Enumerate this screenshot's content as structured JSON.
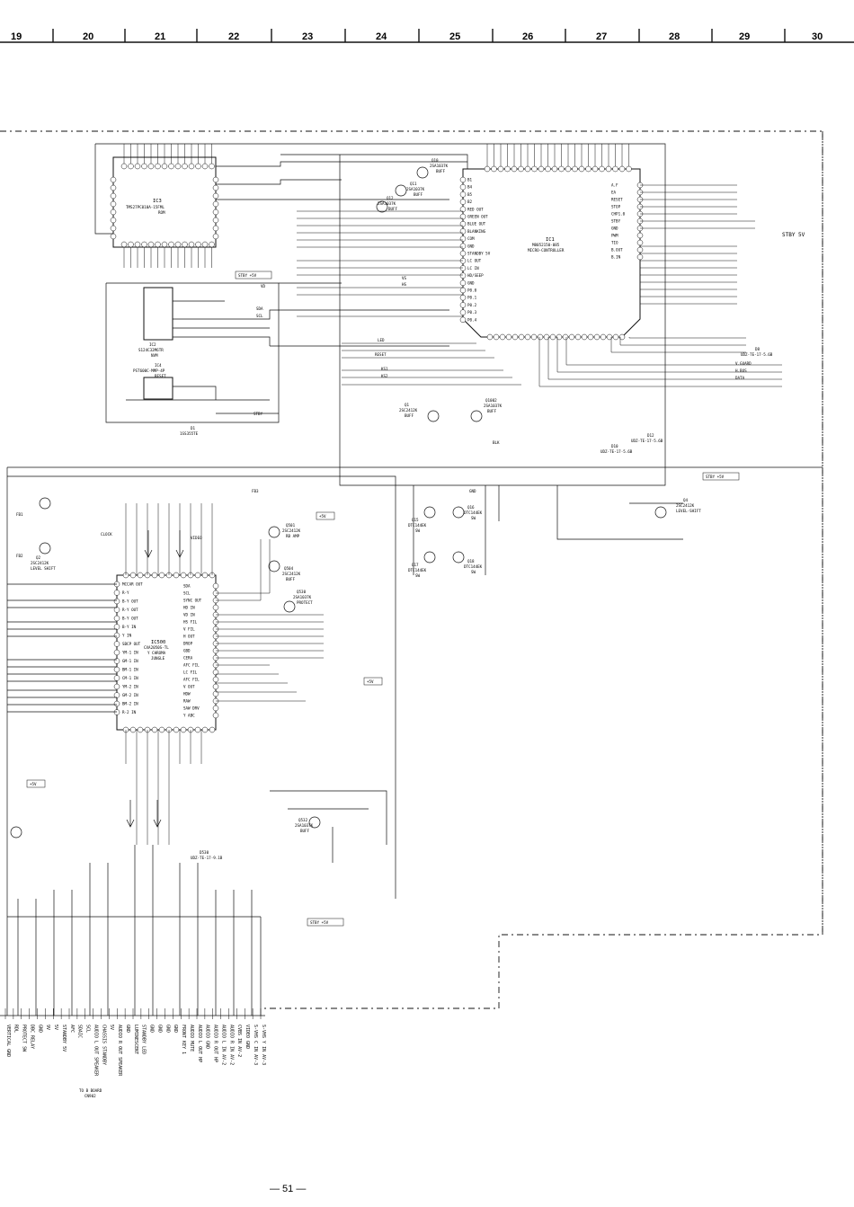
{
  "ruler": [
    "19",
    "20",
    "21",
    "22",
    "23",
    "24",
    "25",
    "26",
    "27",
    "28",
    "29",
    "30"
  ],
  "ics": {
    "ic3": {
      "ref": "IC3",
      "part": "TMS27PC010A-15FML",
      "type": "ROM"
    },
    "ic2": {
      "ref": "IC2",
      "part": "S124C32M6TR",
      "type": "NVM"
    },
    "ic4": {
      "ref": "IC4",
      "part": "PST600C-MMP-4P",
      "type": "RESET"
    },
    "ic1": {
      "ref": "IC1",
      "part": "M8052150-085",
      "type": "MICRO-CONTROLLER"
    },
    "ic500": {
      "ref": "IC500",
      "part": "CXA2050S-TL",
      "type": "Y CHROMA",
      "desc": "JUNGLE"
    }
  },
  "transistors": [
    {
      "ref": "Q10",
      "part": "2SA1037K",
      "role": "BUFF"
    },
    {
      "ref": "Q11",
      "part": "2SA1037K",
      "role": "BUFF"
    },
    {
      "ref": "Q12",
      "part": "2SA1037K",
      "role": "BUFF"
    },
    {
      "ref": "Q1",
      "part": "2SC2412K",
      "role": "BUFF"
    },
    {
      "ref": "Q1002",
      "part": "2SA1037K",
      "role": "BUFF"
    },
    {
      "ref": "Q4",
      "part": "2SC2412K",
      "role": "LEVEL-SHIFT"
    },
    {
      "ref": "Q501",
      "part": "2SC2412K",
      "role": "RB AMP"
    },
    {
      "ref": "Q504",
      "part": "2SC2412K",
      "role": "BUFF"
    },
    {
      "ref": "Q530",
      "part": "2SA1037K",
      "role": "PROTECT"
    },
    {
      "ref": "Q532",
      "part": "2SA1037K",
      "role": "BUFF"
    },
    {
      "ref": "Q15",
      "part": "DTC144EK",
      "role": "SW"
    },
    {
      "ref": "Q16",
      "part": "DTC144EK",
      "role": "SW"
    },
    {
      "ref": "Q17",
      "part": "DTC144EK",
      "role": "SW"
    },
    {
      "ref": "Q18",
      "part": "DTC144EK",
      "role": "SW"
    },
    {
      "ref": "Q2",
      "part": "2SC2412K",
      "role": "LEVEL SHIFT"
    }
  ],
  "diodes": [
    {
      "ref": "D12",
      "part": "UDZ-TE-17-5.6B"
    },
    {
      "ref": "D10",
      "part": "UDZ-TE-17-5.6B"
    },
    {
      "ref": "D8",
      "part": "UDZ-TE-17-5.6B"
    },
    {
      "ref": "D1",
      "part": "1SS355TE"
    },
    {
      "ref": "D530",
      "part": "UDZ-TE-17-9.1B"
    }
  ],
  "rails": {
    "stby5v_a": "STBY +5V",
    "stby5v_b": "STBY +5V",
    "stby5v_c": "STBY +5V",
    "stby5v_d": "STBY 5V",
    "p5v_a": "+5V",
    "p5v_b": "+5V",
    "p5v_c": "+5V"
  },
  "micro_right_pins": [
    "A.F",
    "EA",
    "RESET",
    "STOP",
    "CHP1.0",
    "STBY",
    "GND",
    "PWM",
    "TIO",
    "B.OUT",
    "B.IN"
  ],
  "micro_left_pins": [
    "B1",
    "B4",
    "B5",
    "B2",
    "RED OUT",
    "GREEN OUT",
    "BLUE OUT",
    "BLANKING",
    "COM",
    "GND",
    "STANDBY 5V",
    "LC OUT",
    "LC IN",
    "HD/SEEP",
    "GND",
    "P0.0",
    "P0.1",
    "P0.2",
    "P0.3",
    "P0.4"
  ],
  "jungle_left_pins": [
    "MCCAR OUT",
    "R-Y",
    "B-Y OUT",
    "R-Y OUT",
    "B-Y OUT",
    "B-Y IN",
    "Y IN",
    "SBCP OUT",
    "YM-1 IN",
    "GM-1 IN",
    "BM-1 IN",
    "CM-1 IN",
    "YM-2 IN",
    "GM-2 IN",
    "BM-2 IN",
    "R-2 IN"
  ],
  "jungle_right_pins": [
    "SDA",
    "SCL",
    "SYNC OUT",
    "HD IN",
    "VD IN",
    "HS FIL",
    "V FIL",
    "H OUT",
    "DROP",
    "GBD",
    "CERA",
    "AFC FIL",
    "LC FIL",
    "AFC FIL",
    "V OUT",
    "HDW",
    "RAW",
    "SAW DRV",
    "Y ABC"
  ],
  "connector_labels": [
    "VERTICAL GND",
    "RDL",
    "PROTECT SW",
    "DBC RELAY",
    "GND",
    "9V",
    "5V",
    "STANDBY 5V",
    "AFC",
    "SDAIC",
    "SCL",
    "AUDIO L OUT SPEAKER",
    "CHASSIS STANDBY",
    "5V",
    "AUDIO R OUT SPEAKER",
    "GND",
    "LUMINESCENT",
    "STANDBY LED",
    "GND",
    "GND",
    "GND",
    "GND",
    "FRONT KEY 1",
    "AUDIO MUTE",
    "AUDIO L OUT HP",
    "AUDIO GND",
    "AUDIO R OUT HP",
    "AUDIO L IN AV-2",
    "AUDIO R IN AV-2",
    "CVBS IN AV-2",
    "VIDEO GND",
    "S-VHS C IN AV-3",
    "S-VHS Y IN AV-3"
  ],
  "nets": [
    "SDA",
    "SCL",
    "RESET",
    "VS",
    "HS",
    "KS1",
    "KS2",
    "VD",
    "FB2",
    "FB1",
    "BLK",
    "GND",
    "STBY",
    "LED",
    "V.GUARD",
    "H.BUS",
    "DATA",
    "FB3"
  ],
  "annotations": {
    "to_board_line1": "TO B BOARD",
    "to_board_line2": "CN902",
    "video": "VIDEO",
    "clock": "CLOCK"
  },
  "page_number": "— 51 —"
}
